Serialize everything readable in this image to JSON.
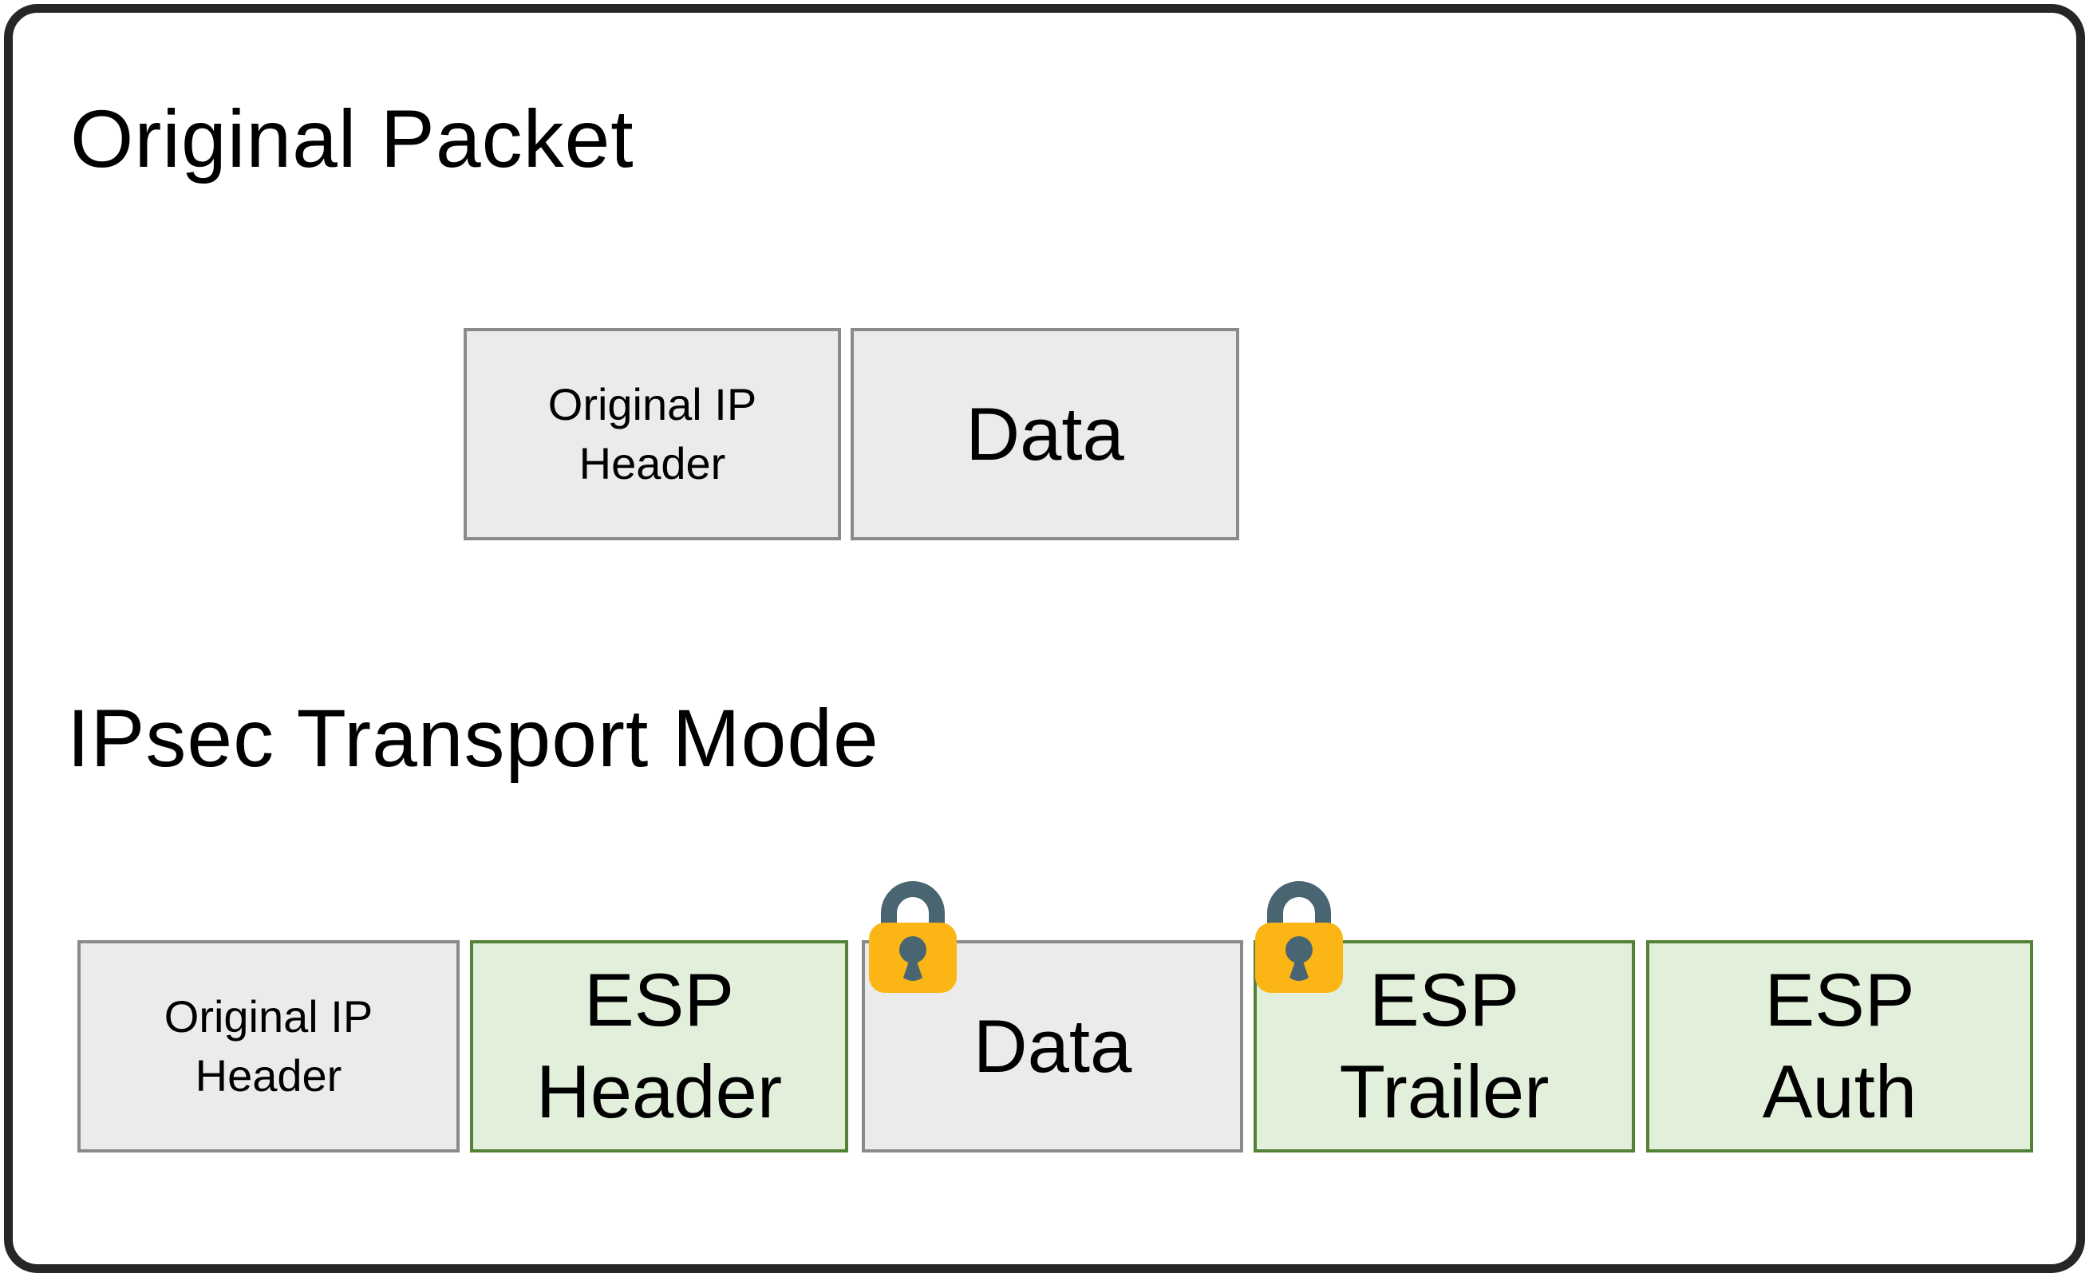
{
  "diagram": {
    "sections": [
      {
        "title": "Original Packet",
        "boxes": [
          {
            "label": "Original IP Header",
            "style": "gray",
            "locked": false
          },
          {
            "label": "Data",
            "style": "gray",
            "locked": false
          }
        ]
      },
      {
        "title": "IPsec Transport Mode",
        "boxes": [
          {
            "label": "Original IP Header",
            "style": "gray",
            "locked": false
          },
          {
            "label": "ESP Header",
            "style": "green",
            "locked": false
          },
          {
            "label": "Data",
            "style": "gray",
            "locked": true
          },
          {
            "label": "ESP Trailer",
            "style": "green",
            "locked": true
          },
          {
            "label": "ESP Auth",
            "style": "green",
            "locked": false
          }
        ]
      }
    ],
    "icons": {
      "padlock": "🔒"
    },
    "colors": {
      "background": "#ffffff",
      "frame_border": "#262626",
      "text": "#000000",
      "gray_fill": "#ebebeb",
      "gray_border": "#8a8a8a",
      "green_fill": "#e2efda",
      "green_border": "#538135",
      "lock_body": "#fbb616",
      "lock_shackle": "#4a6572"
    }
  }
}
